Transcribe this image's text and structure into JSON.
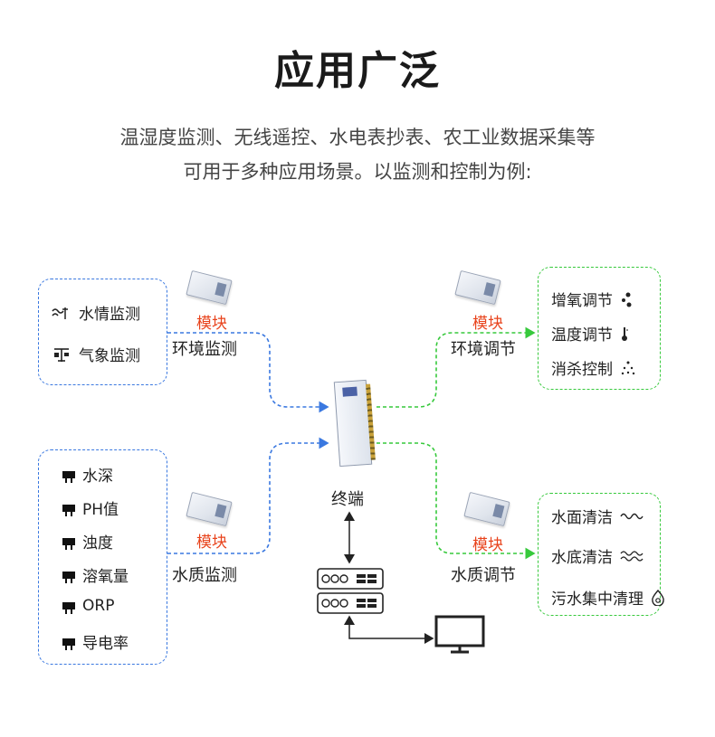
{
  "title": "应用广泛",
  "subtitle_line1": "温湿度监测、无线遥控、水电表抄表、农工业数据采集等",
  "subtitle_line2": "可用于多种应用场景。以监测和控制为例:",
  "module_label": "模块",
  "left_top": {
    "items": [
      {
        "label": "水情监测",
        "icon": "water-wave-icon"
      },
      {
        "label": "气象监测",
        "icon": "weather-station-icon"
      }
    ],
    "caption": "环境监测"
  },
  "left_bottom": {
    "items": [
      {
        "label": "水深"
      },
      {
        "label": "PH值"
      },
      {
        "label": "浊度"
      },
      {
        "label": "溶氧量"
      },
      {
        "label": "ORP"
      },
      {
        "label": "导电率"
      }
    ],
    "caption": "水质监测",
    "icon": "sensor-probe-icon"
  },
  "right_top": {
    "items": [
      {
        "label": "增氧调节",
        "icon": "bubbles-icon"
      },
      {
        "label": "温度调节",
        "icon": "thermometer-icon"
      },
      {
        "label": "消杀控制",
        "icon": "spray-icon"
      }
    ],
    "caption": "环境调节"
  },
  "right_bottom": {
    "items": [
      {
        "label": "水面清洁",
        "icon": "surface-wave-icon"
      },
      {
        "label": "水底清洁",
        "icon": "bottom-wave-icon"
      },
      {
        "label": "污水集中清理",
        "icon": "water-drop-icon"
      }
    ],
    "caption": "水质调节"
  },
  "center": {
    "terminal_label": "终端",
    "server_icon": "server-rack-icon",
    "monitor_icon": "monitor-icon"
  },
  "colors": {
    "blue": "#3a78e0",
    "green": "#37c93c",
    "module": "#e8431c"
  }
}
